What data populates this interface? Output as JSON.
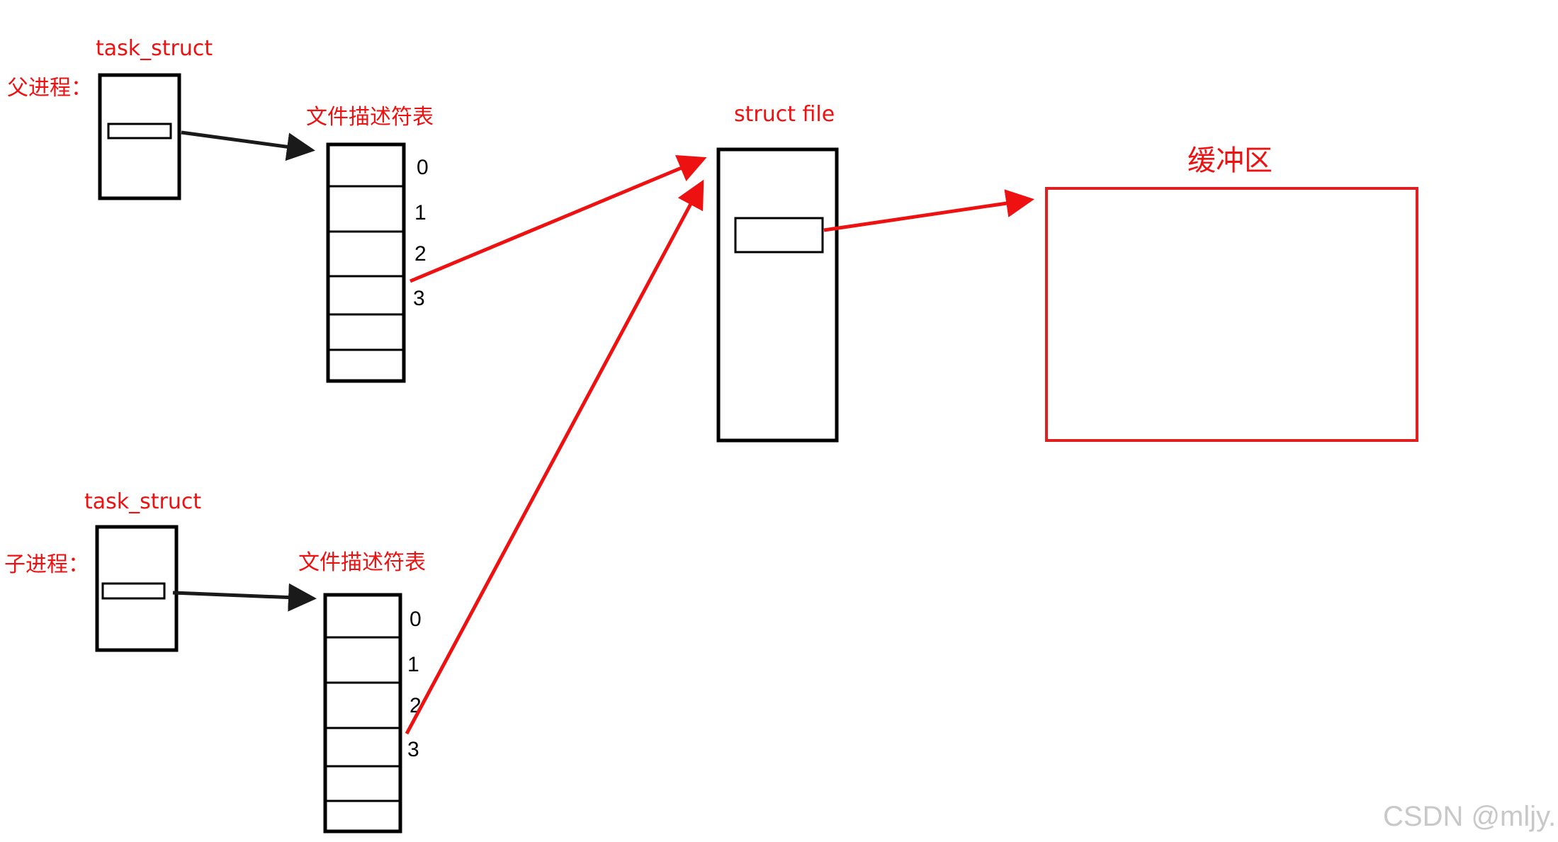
{
  "parent": {
    "process_label": "父进程：",
    "task_struct_label": "task_struct",
    "fd_table_label": "文件描述符表",
    "fd_indices": [
      "0",
      "1",
      "2",
      "3"
    ]
  },
  "child": {
    "process_label": "子进程：",
    "task_struct_label": "task_struct",
    "fd_table_label": "文件描述符表",
    "fd_indices": [
      "0",
      "1",
      "2",
      "3"
    ]
  },
  "struct_file": {
    "label": "struct file"
  },
  "buffer": {
    "label": "缓冲区"
  },
  "watermark": "CSDN @mljy.",
  "colors": {
    "label_red": "#ee1111",
    "arrow_red": "#ee1111",
    "buffer_border": "#e02020",
    "arrow_black": "#1a1a1a"
  }
}
